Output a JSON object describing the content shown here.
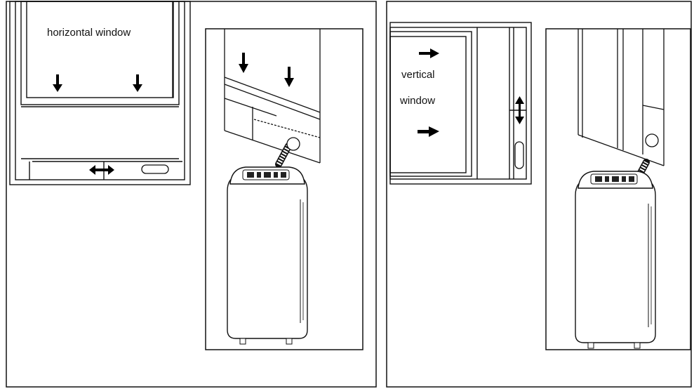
{
  "labels": {
    "horizontal_window": "horizontal window",
    "vertical_line1": "vertical",
    "vertical_line2": "window"
  },
  "colors": {
    "line": "#111111",
    "background": "#ffffff",
    "arrow_fill": "#000000"
  },
  "icons": {
    "arrow": "arrow-icon",
    "double_arrow": "double-arrow-icon",
    "unit": "portable-air-conditioner-icon",
    "hose": "exhaust-hose-icon"
  }
}
